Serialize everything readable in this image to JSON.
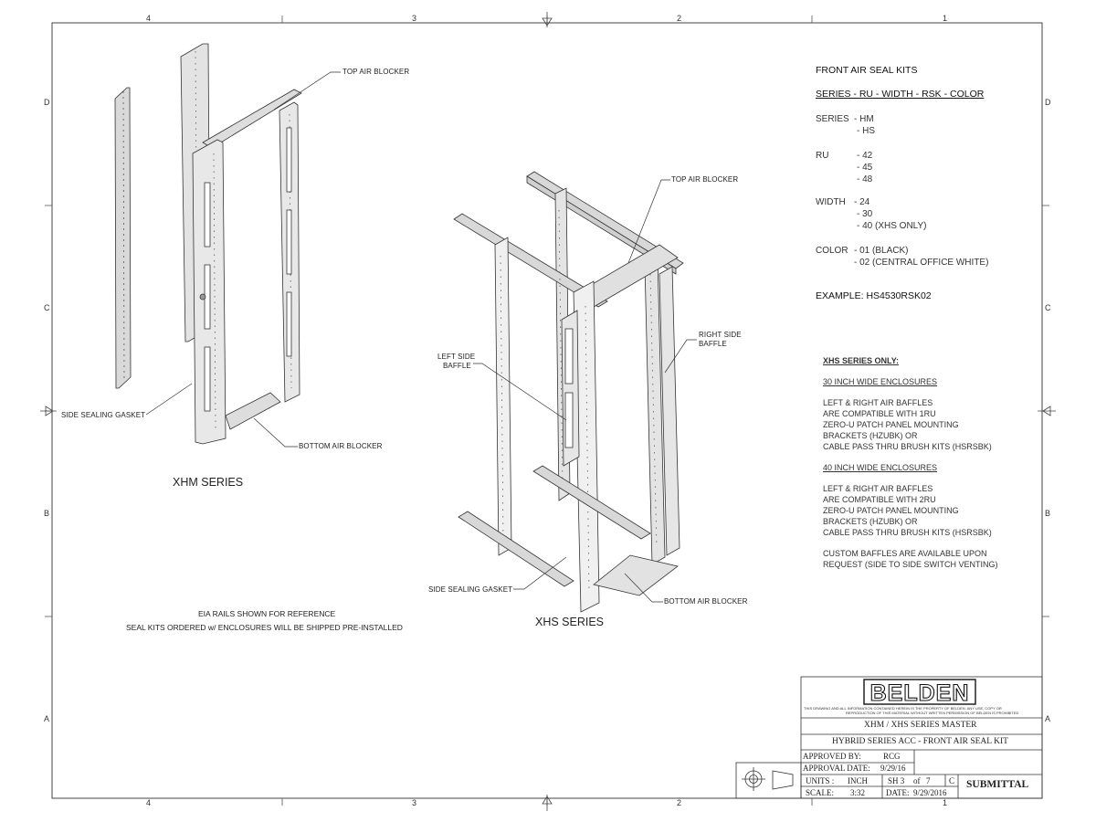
{
  "frame": {
    "top_zones": [
      "4",
      "3",
      "2",
      "1"
    ],
    "bottom_zones": [
      "4",
      "3",
      "2",
      "1"
    ],
    "side_zones": [
      "D",
      "C",
      "B",
      "A"
    ]
  },
  "xhm": {
    "title": "XHM SERIES",
    "callouts": {
      "top_air_blocker": "TOP AIR BLOCKER",
      "side_sealing_gasket": "SIDE SEALING GASKET",
      "bottom_air_blocker": "BOTTOM AIR BLOCKER"
    }
  },
  "xhs": {
    "title": "XHS SERIES",
    "callouts": {
      "top_air_blocker": "TOP AIR BLOCKER",
      "right_side_baffle_1": "RIGHT SIDE",
      "right_side_baffle_2": "BAFFLE",
      "left_side_baffle_1": "LEFT SIDE",
      "left_side_baffle_2": "BAFFLE",
      "side_sealing_gasket": "SIDE SEALING GASKET",
      "bottom_air_blocker": "BOTTOM AIR BLOCKER"
    }
  },
  "notes": {
    "line1": "EIA RAILS SHOWN FOR REFERENCE",
    "line2": "SEAL KITS ORDERED w/ ENCLOSURES WILL BE SHIPPED PRE-INSTALLED"
  },
  "spec": {
    "heading": "FRONT AIR SEAL KITS",
    "pattern": "SERIES - RU - WIDTH - RSK - COLOR",
    "series_label": "SERIES",
    "series_values": [
      "- HM",
      "- HS"
    ],
    "ru_label": "RU",
    "ru_values": [
      "- 42",
      "- 45",
      "- 48"
    ],
    "width_label": "WIDTH",
    "width_values": [
      "- 24",
      "- 30",
      "- 40 (XHS ONLY)"
    ],
    "color_label": "COLOR",
    "color_values": [
      "- 01 (BLACK)",
      "- 02 (CENTRAL OFFICE WHITE)"
    ],
    "example": "EXAMPLE: HS4530RSK02"
  },
  "xhs_only": {
    "heading": "XHS SERIES ONLY:",
    "sub30": "30 INCH WIDE ENCLOSURES",
    "lines30": [
      "LEFT & RIGHT AIR BAFFLES",
      "ARE COMPATIBLE WITH 1RU",
      "ZERO-U PATCH PANEL MOUNTING",
      "BRACKETS (HZUBK) OR",
      "CABLE PASS THRU BRUSH KITS (HSRSBK)"
    ],
    "sub40": "40 INCH WIDE ENCLOSURES",
    "lines40": [
      "LEFT & RIGHT AIR BAFFLES",
      "ARE COMPATIBLE WITH 2RU",
      "ZERO-U PATCH PANEL MOUNTING",
      "BRACKETS (HZUBK) OR",
      "CABLE PASS THRU BRUSH KITS (HSRSBK)"
    ],
    "custom": [
      "CUSTOM BAFFLES ARE AVAILABLE UPON",
      "REQUEST (SIDE TO SIDE SWITCH VENTING)"
    ]
  },
  "title_block": {
    "logo": "BELDEN",
    "disclaimer_1": "THIS DRAWING AND ALL INFORMATION CONTAINED HEREIN IS THE PROPERTY OF BELDEN. ANY USE, COPY OR",
    "disclaimer_2": "REPRODUCTION OF THIS MATERIAL WITHOUT WRITTEN PERMISSION OF BELDEN IS PROHIBITED",
    "master": "XHM / XHS SERIES MASTER",
    "description": "HYBRID SERIES ACC - FRONT AIR SEAL KIT",
    "approved_by_label": "APPROVED BY:",
    "approved_by": "RCG",
    "approval_date_label": "APPROVAL DATE:",
    "approval_date": "9/29/16",
    "units_label": "UNITS :",
    "units": "INCH",
    "sheet": "SH 3",
    "of_label": "of",
    "sheet_total": "7",
    "rev": "C",
    "status": "SUBMITTAL",
    "scale_label": "SCALE:",
    "scale": "3:32",
    "date_label": "DATE:",
    "date": "9/29/2016"
  }
}
